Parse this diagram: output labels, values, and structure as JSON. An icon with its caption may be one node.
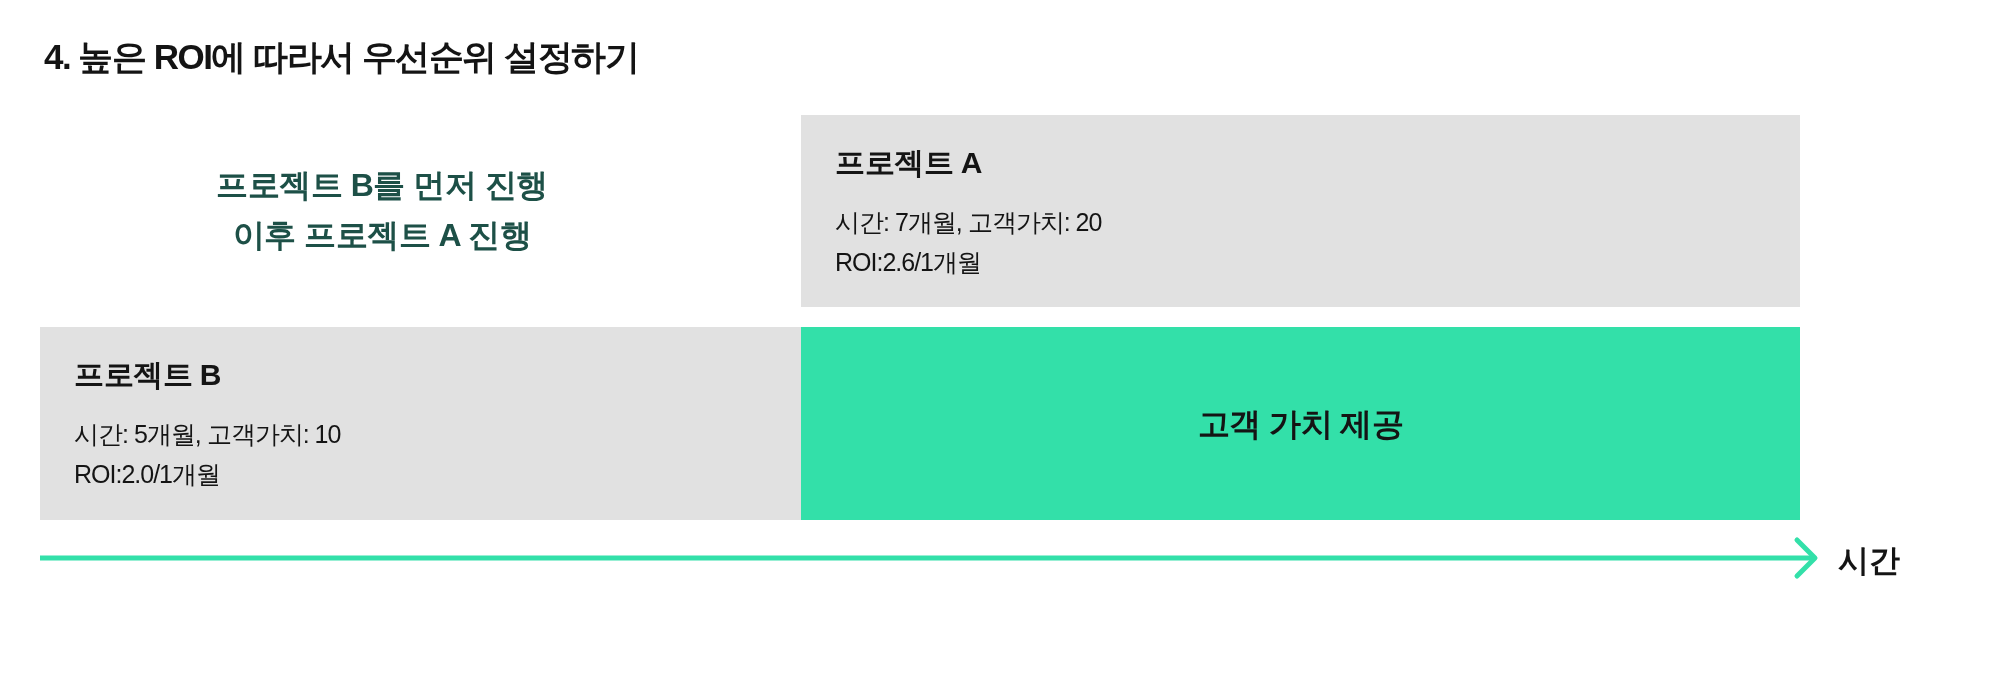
{
  "diagram": {
    "title": "4. 높은 ROI에 따라서 우선순위 설정하기",
    "nodes": [
      {
        "text": [
          "프로젝트 A",
          "시간: 7개월, 고객가치: 20",
          "ROI:2.6/1개월"
        ]
      },
      {
        "text": [
          "프로젝트 B",
          "시간: 5개월, 고객가치: 10",
          "ROI:2.0/1개월"
        ]
      },
      {
        "text": [
          "고객 가치 제공"
        ]
      }
    ],
    "labels": [
      "프로젝트 B를 먼저 진행 이후 프로젝트 A 진행",
      "시간"
    ]
  }
}
